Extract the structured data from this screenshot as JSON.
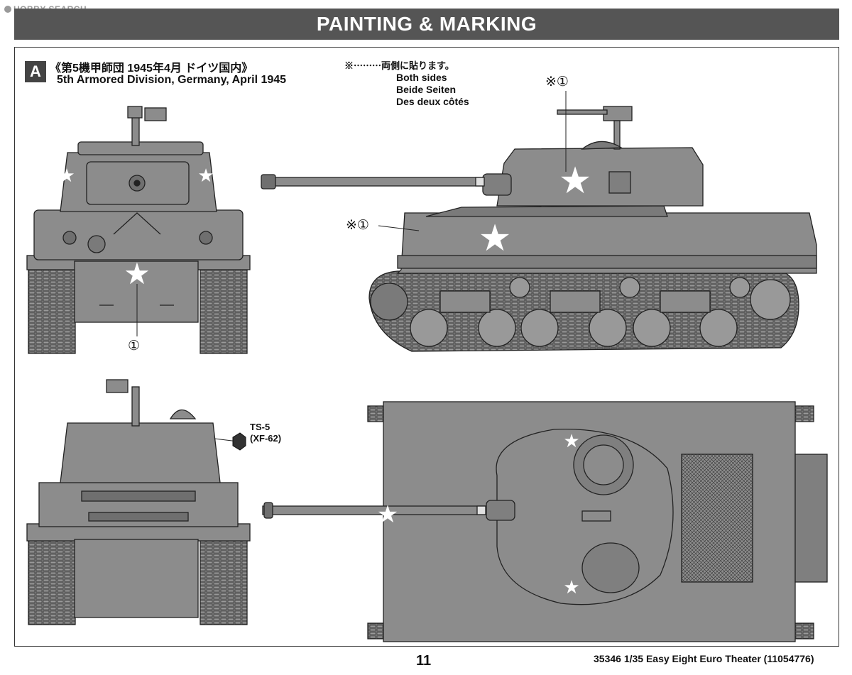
{
  "watermark": "HOBBY SEARCH",
  "header": {
    "title": "PAINTING & MARKING"
  },
  "scheme": {
    "letter": "A",
    "title_jp": "《第5機甲師団 1945年4月 ドイツ国内》",
    "title_en": "5th Armored Division, Germany, April 1945"
  },
  "note": {
    "jp": "※⋯⋯⋯両側に貼ります。",
    "lines": [
      "Both sides",
      "Beide Seiten",
      "Des deux côtés"
    ]
  },
  "callouts": {
    "decal_1": "①",
    "decal_1_both": "※①"
  },
  "paint": {
    "code": "TS-5",
    "sub": "(XF-62)",
    "color": "#6e7268"
  },
  "footer": {
    "page": "11",
    "kit": "35346  1/35 Easy Eight Euro Theater (11054776)"
  },
  "colors": {
    "tank": "#8c8c8c",
    "tank_dark": "#6f6f6f",
    "outline": "#222222",
    "star": "#ffffff"
  }
}
